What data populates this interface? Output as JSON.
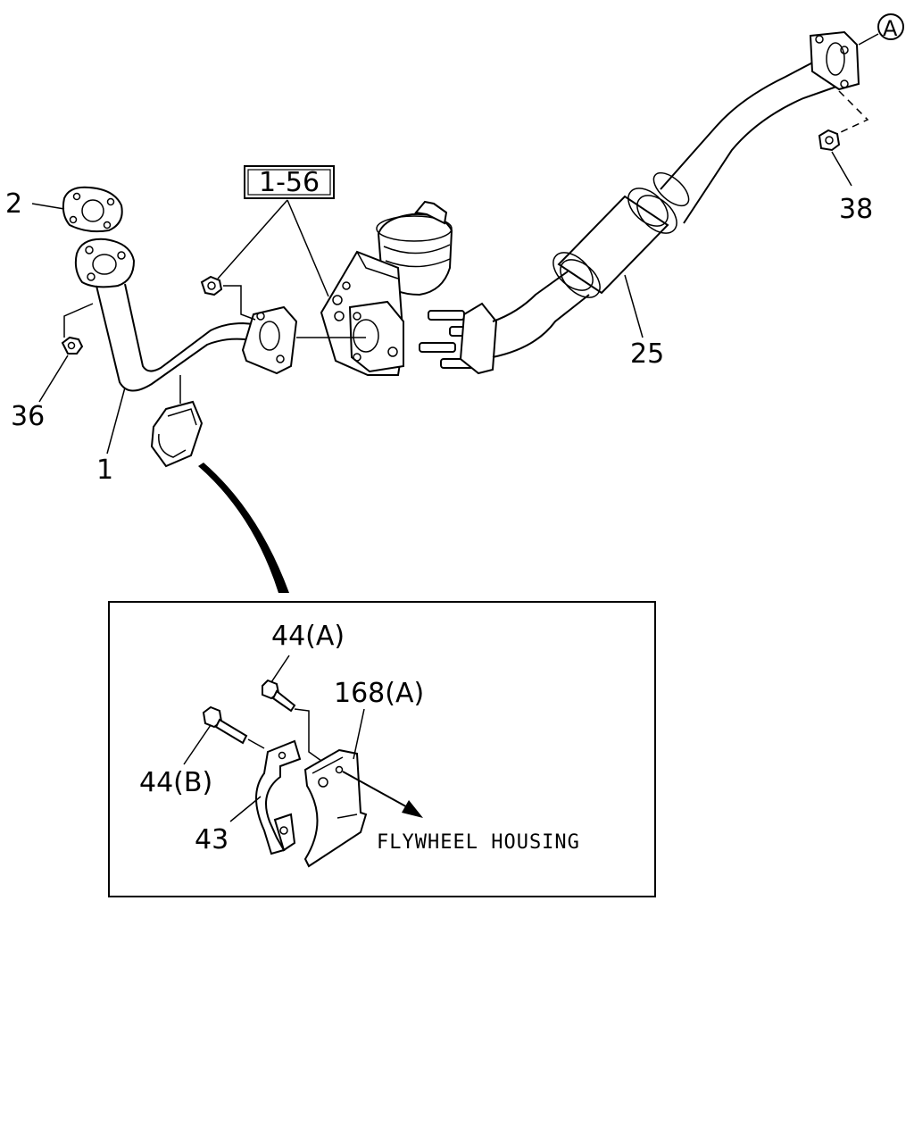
{
  "callouts": {
    "ref_box": "1-56",
    "p2": "2",
    "p36": "36",
    "p1": "1",
    "p25": "25",
    "p38": "38",
    "circle_a": "A"
  },
  "detail": {
    "p44a": "44(A)",
    "p168a": "168(A)",
    "p44b": "44(B)",
    "p43": "43",
    "note": "FLYWHEEL HOUSING"
  }
}
